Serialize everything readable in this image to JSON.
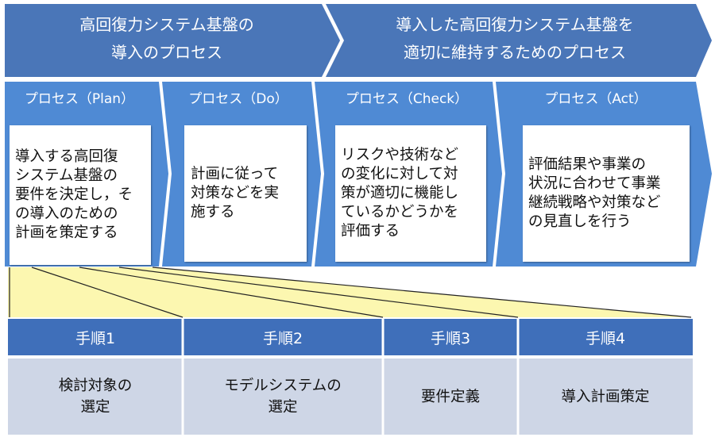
{
  "colors": {
    "banner_blue": "#4a76b8",
    "process_blue": "#4f8ad4",
    "step_header_blue": "#3f6fba",
    "step_body_gray": "#ced6e6",
    "funnel_yellow": "#fcf7b0"
  },
  "banners": [
    {
      "line1": "高回復力システム基盤の",
      "line2": "導入のプロセス"
    },
    {
      "line1": "導入した高回復力システム基盤を",
      "line2": "適切に維持するためのプロセス"
    }
  ],
  "processes": [
    {
      "title": "プロセス（Plan）",
      "lines": [
        "導入する高回復",
        "システム基盤の",
        "要件を決定し，そ",
        "の導入のための",
        "計画を策定する"
      ]
    },
    {
      "title": "プロセス（Do）",
      "lines": [
        "計画に従って",
        "対策などを実",
        "施する"
      ]
    },
    {
      "title": "プロセス（Check）",
      "lines": [
        "リスクや技術など",
        "の変化に対して対",
        "策が適切に機能し",
        "ているかどうかを",
        "評価する"
      ]
    },
    {
      "title": "プロセス（Act）",
      "lines": [
        "評価結果や事業の",
        "状況に合わせて事業",
        "継続戦略や対策など",
        "の見直しを行う"
      ]
    }
  ],
  "steps": [
    {
      "label": "手順1",
      "lines": [
        "検討対象の",
        "選定"
      ]
    },
    {
      "label": "手順2",
      "lines": [
        "モデルシステムの",
        "選定"
      ]
    },
    {
      "label": "手順3",
      "lines": [
        "要件定義"
      ]
    },
    {
      "label": "手順4",
      "lines": [
        "導入計画策定"
      ]
    }
  ]
}
